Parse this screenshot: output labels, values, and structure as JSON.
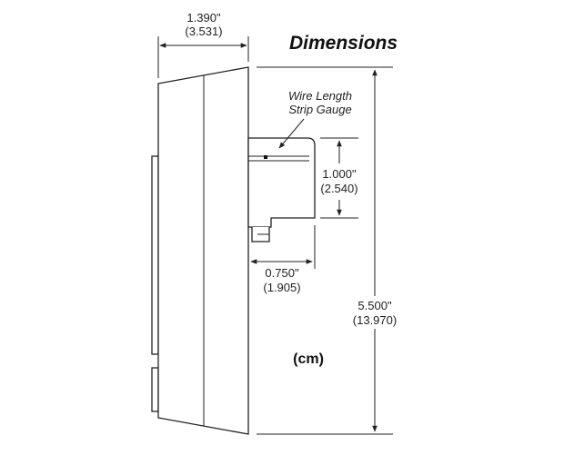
{
  "title": "Dimensions",
  "unit_note": "(cm)",
  "callout": {
    "line1": "Wire Length",
    "line2": "Strip Gauge"
  },
  "dimensions": {
    "depth": {
      "in": "1.390\"",
      "cm": "(3.531)"
    },
    "height": {
      "in": "5.500\"",
      "cm": "(13.970)"
    },
    "terminal_height": {
      "in": "1.000\"",
      "cm": "(2.540)"
    },
    "terminal_depth": {
      "in": "0.750\"",
      "cm": "(1.905)"
    }
  }
}
